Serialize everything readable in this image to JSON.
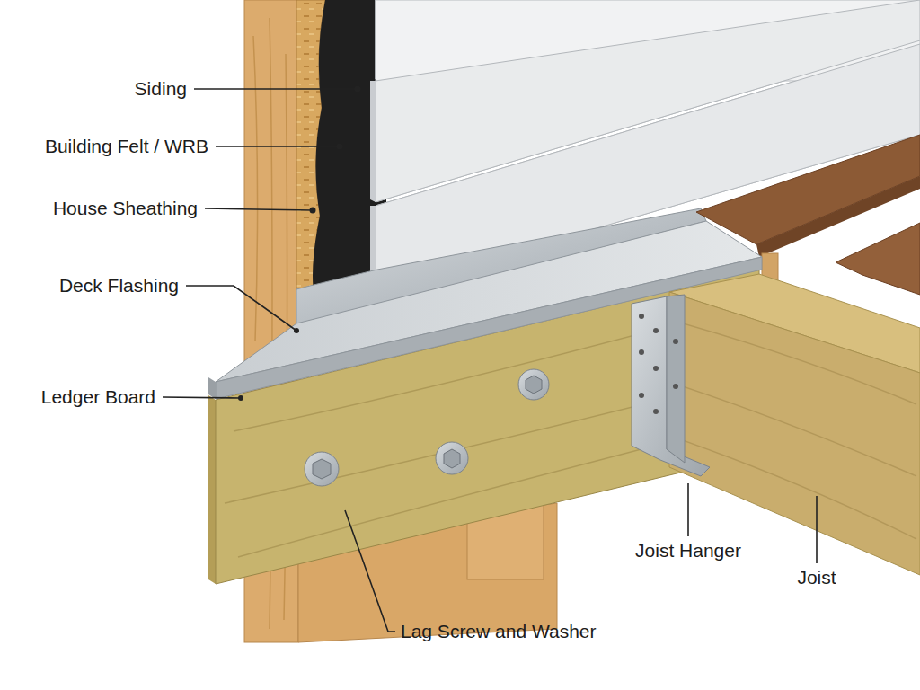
{
  "diagram": {
    "labels": [
      "Siding",
      "Building Felt / WRB",
      "House Sheathing",
      "Deck Flashing",
      "Ledger Board",
      "Lag Screw and Washer",
      "Joist Hanger",
      "Joist"
    ]
  }
}
